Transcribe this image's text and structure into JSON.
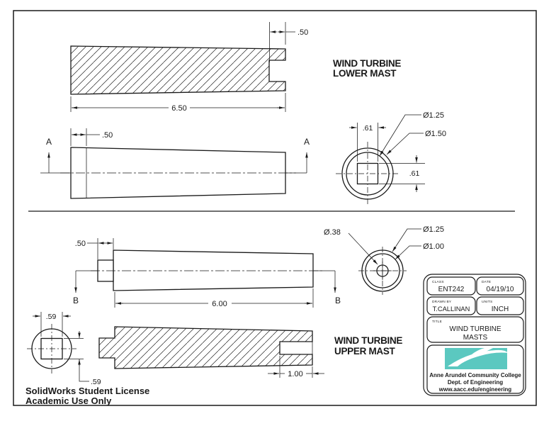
{
  "license": {
    "line1": "SolidWorks Student License",
    "line2": "Academic Use Only"
  },
  "lower_mast": {
    "title_line1": "WIND TURBINE",
    "title_line2": "LOWER MAST",
    "dim_notch_depth": ".50",
    "dim_length": "6.50",
    "dim_end_offset": ".50",
    "section_marker": "A",
    "dim_square_w": ".61",
    "dim_square_h": ".61",
    "dia_inner": "Ø1.25",
    "dia_outer": "Ø1.50"
  },
  "upper_mast": {
    "title_line1": "WIND TURBINE",
    "title_line2": "UPPER MAST",
    "dim_tenon": ".50",
    "dim_length": "6.00",
    "dim_slot_depth": "1.00",
    "section_marker": "B",
    "dim_square_w": ".59",
    "dim_square_h": ".59",
    "dia_hole": "Ø.38",
    "dia_outer": "Ø1.25",
    "dia_inner": "Ø1.00"
  },
  "title_block": {
    "class_label": "CLASS",
    "class_value": "ENT242",
    "date_label": "DATE",
    "date_value": "04/19/10",
    "drawn_by_label": "DRAWN BY",
    "drawn_by_value": "T.CALLINAN",
    "units_label": "UNITS",
    "units_value": "INCH",
    "title_label": "TITLE",
    "title_line1": "WIND TURBINE",
    "title_line2": "MASTS",
    "org_line1": "Anne Arundel Community College",
    "org_line2": "Dept. of Engineering",
    "org_line3": "www.aacc.edu/engineering",
    "logo_color": "#5BC8C0"
  }
}
